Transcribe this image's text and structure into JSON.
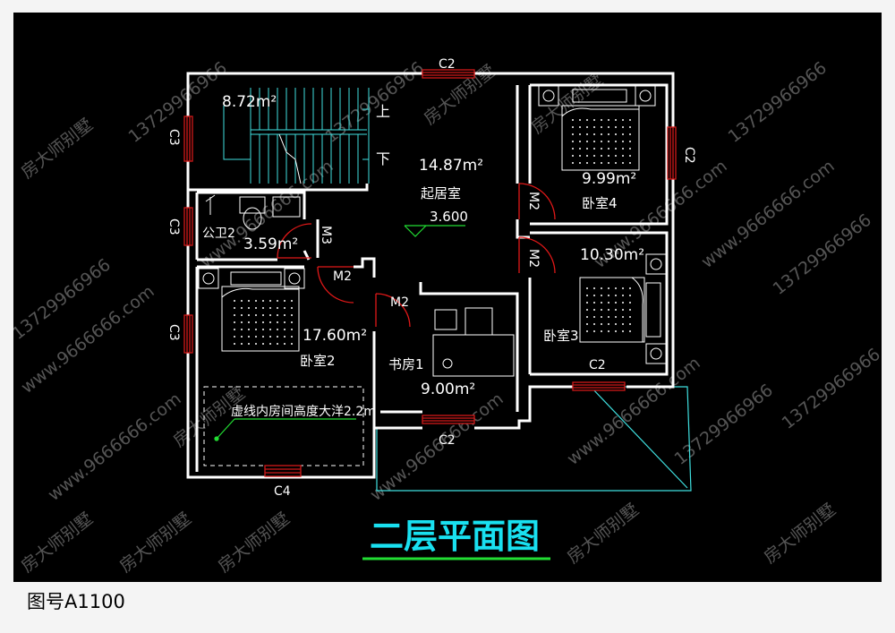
{
  "drawing": {
    "title": "二层平面图",
    "code_label": "图号A1100",
    "watermark": {
      "brand": "房大师别墅",
      "phone": "13729966966",
      "site": "www.9666666.com"
    },
    "colors": {
      "background": "#000000",
      "wall": "#ffffff",
      "cyan": "#3fe0e0",
      "window": "#d01818",
      "door": "#e01818",
      "green": "#22dd33",
      "title": "#19e0f0",
      "watermark": "#9a9a9a"
    }
  },
  "rooms": [
    {
      "id": "stairs",
      "area": "8.72m²"
    },
    {
      "id": "living",
      "name": "起居室",
      "area": "14.87m²",
      "elevation": "3.600"
    },
    {
      "id": "bathroom",
      "name": "公卫2",
      "area": "3.59m²"
    },
    {
      "id": "bedroom2",
      "name": "卧室2",
      "area": "17.60m²"
    },
    {
      "id": "study",
      "name": "书房1",
      "area": "9.00m²"
    },
    {
      "id": "bedroom4",
      "name": "卧室4",
      "area": "9.99m²"
    },
    {
      "id": "bedroom3",
      "name": "卧室3",
      "area": "10.30m²"
    }
  ],
  "stairs": {
    "up": "上",
    "down": "下"
  },
  "note": "虚线内房间高度大洋2.2m",
  "windows": [
    "C2",
    "C2",
    "C2",
    "C2",
    "C3",
    "C3",
    "C3",
    "C4"
  ],
  "doors": [
    "M2",
    "M2",
    "M2",
    "M2",
    "M3"
  ]
}
